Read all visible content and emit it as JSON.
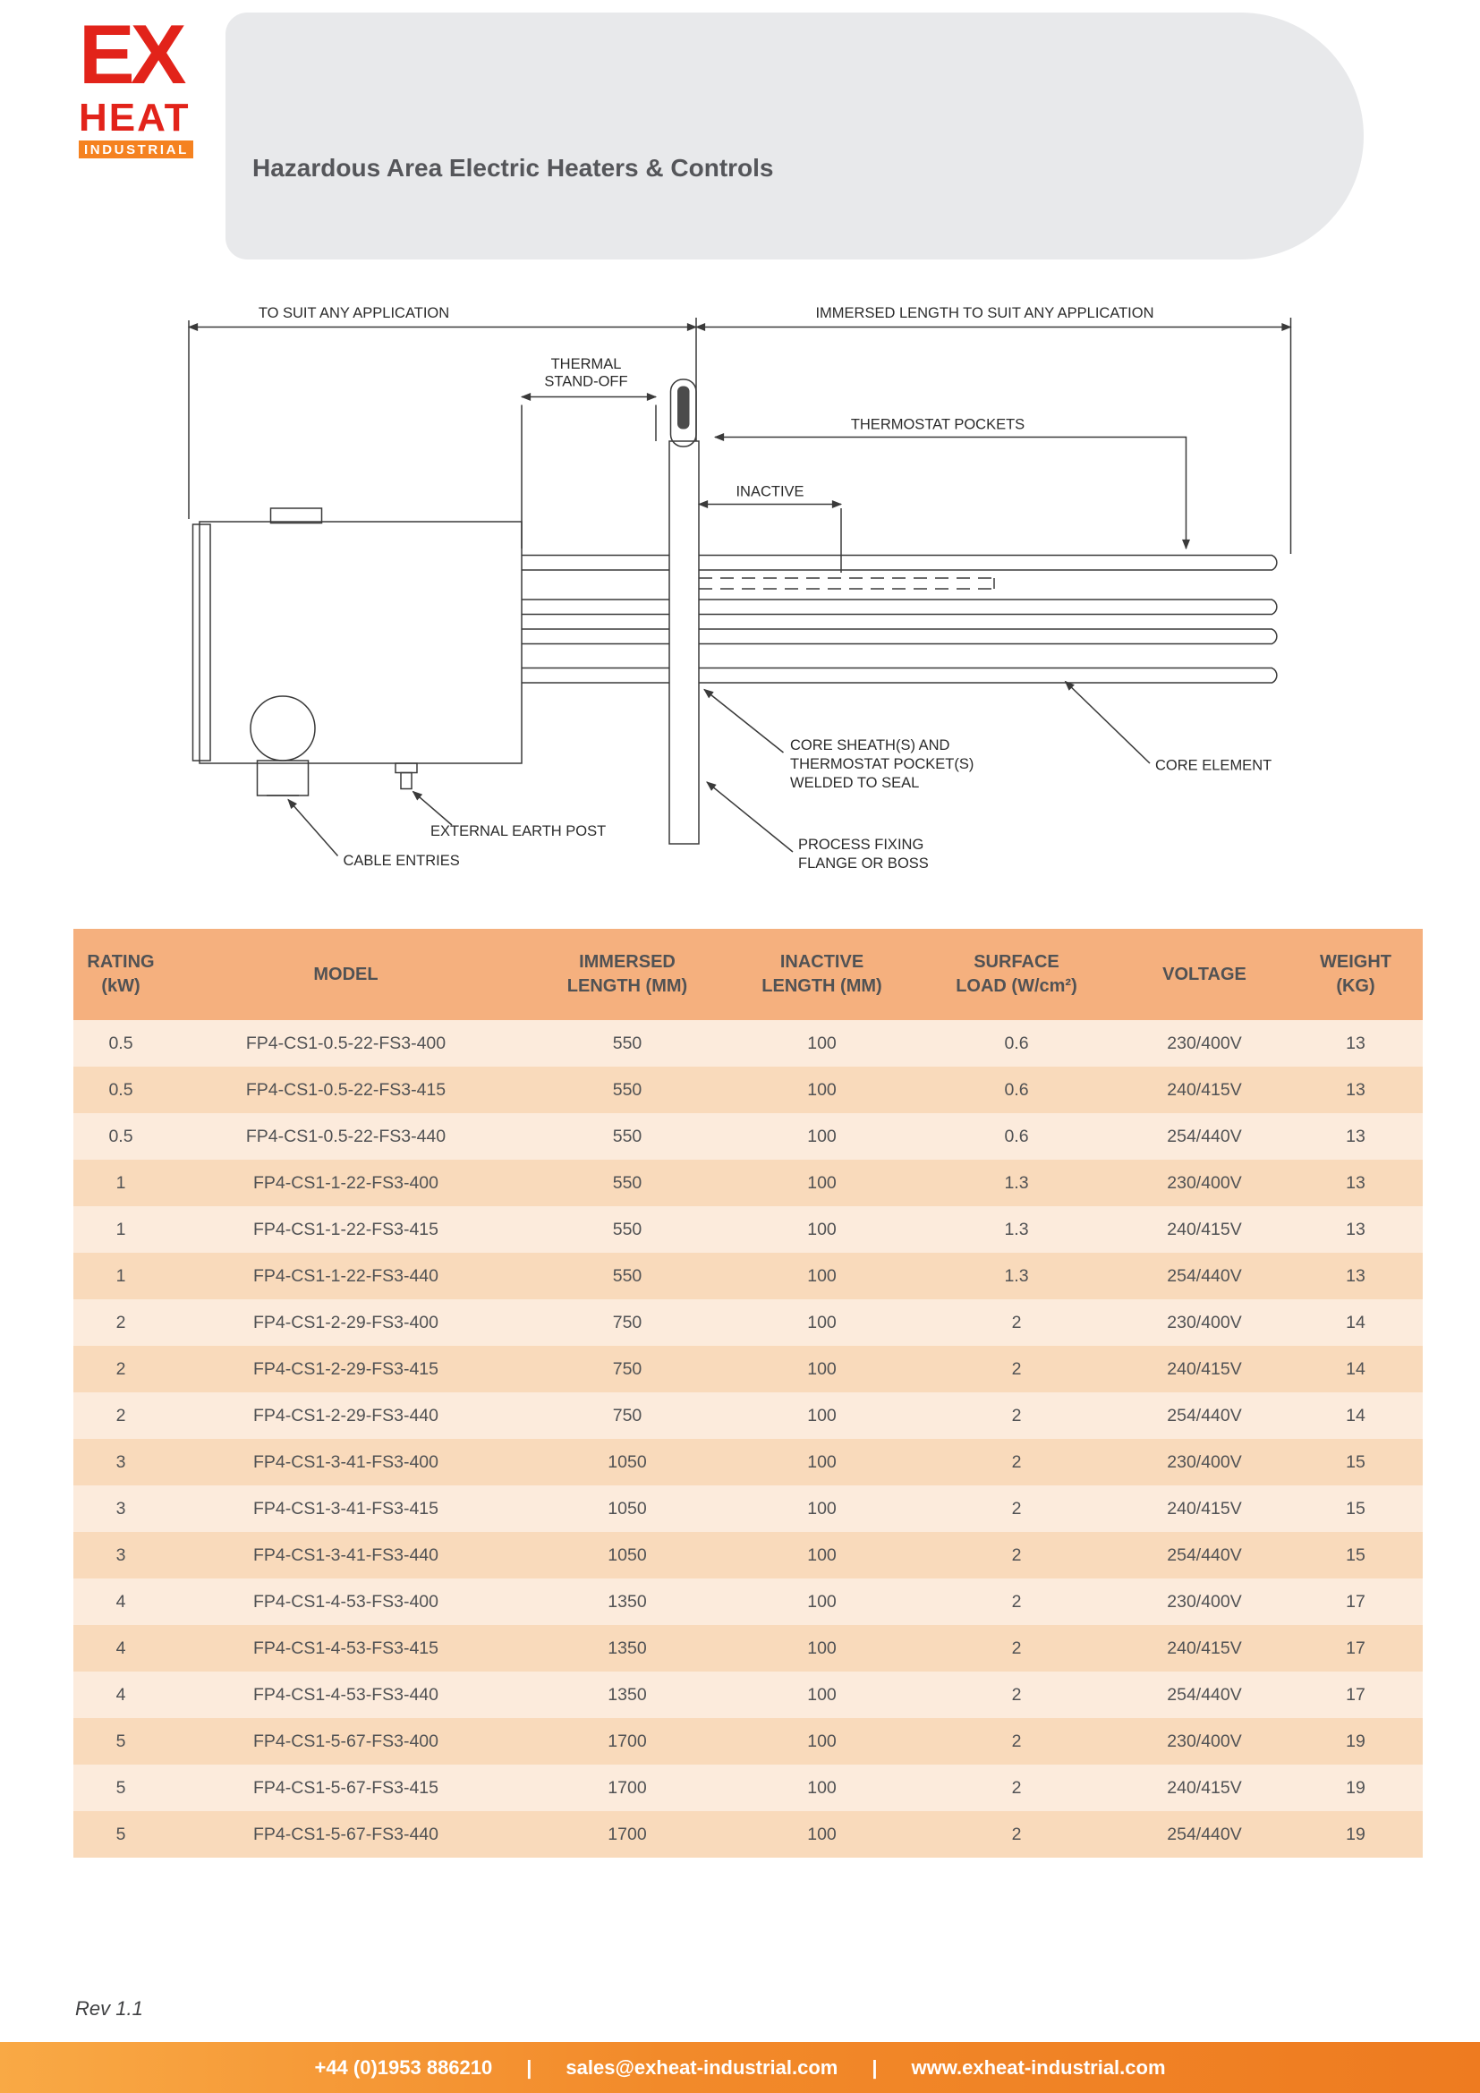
{
  "header": {
    "logo": {
      "ex": "EX",
      "heat": "HEAT",
      "industrial": "INDUSTRIAL"
    },
    "title": "Hazardous Area Electric Heaters & Controls"
  },
  "colors": {
    "brand_red": "#e2231a",
    "brand_orange": "#f58220",
    "table_header_bg": "#f5b07e",
    "row_light": "#fcebdc",
    "row_dark": "#f9dabb",
    "header_band_gray": "#e8e9eb",
    "footer_gradient_left": "#f9a945",
    "footer_gradient_right": "#ee7b20"
  },
  "diagram": {
    "labels": {
      "dim_left": "TO SUIT ANY APPLICATION",
      "dim_right": "IMMERSED LENGTH TO SUIT ANY APPLICATION",
      "thermal_standoff_1": "THERMAL",
      "thermal_standoff_2": "STAND-OFF",
      "thermostat_pockets": "THERMOSTAT POCKETS",
      "inactive": "INACTIVE",
      "core_sheath_1": "CORE SHEATH(S) AND",
      "core_sheath_2": "THERMOSTAT POCKET(S)",
      "core_sheath_3": "WELDED TO SEAL",
      "core_element": "CORE ELEMENT",
      "process_fixing_1": "PROCESS FIXING",
      "process_fixing_2": "FLANGE OR BOSS",
      "external_earth_post": "EXTERNAL EARTH POST",
      "cable_entries": "CABLE ENTRIES"
    }
  },
  "table": {
    "headers": [
      {
        "line1": "RATING",
        "line2": "(kW)"
      },
      {
        "line1": "MODEL",
        "line2": ""
      },
      {
        "line1": "IMMERSED",
        "line2": "LENGTH (MM)"
      },
      {
        "line1": "INACTIVE",
        "line2": "LENGTH (MM)"
      },
      {
        "line1": "SURFACE",
        "line2": "LOAD (W/cm²)"
      },
      {
        "line1": "VOLTAGE",
        "line2": ""
      },
      {
        "line1": "WEIGHT",
        "line2": "(KG)"
      }
    ],
    "rows": [
      [
        "0.5",
        "FP4-CS1-0.5-22-FS3-400",
        "550",
        "100",
        "0.6",
        "230/400V",
        "13"
      ],
      [
        "0.5",
        "FP4-CS1-0.5-22-FS3-415",
        "550",
        "100",
        "0.6",
        "240/415V",
        "13"
      ],
      [
        "0.5",
        "FP4-CS1-0.5-22-FS3-440",
        "550",
        "100",
        "0.6",
        "254/440V",
        "13"
      ],
      [
        "1",
        "FP4-CS1-1-22-FS3-400",
        "550",
        "100",
        "1.3",
        "230/400V",
        "13"
      ],
      [
        "1",
        "FP4-CS1-1-22-FS3-415",
        "550",
        "100",
        "1.3",
        "240/415V",
        "13"
      ],
      [
        "1",
        "FP4-CS1-1-22-FS3-440",
        "550",
        "100",
        "1.3",
        "254/440V",
        "13"
      ],
      [
        "2",
        "FP4-CS1-2-29-FS3-400",
        "750",
        "100",
        "2",
        "230/400V",
        "14"
      ],
      [
        "2",
        "FP4-CS1-2-29-FS3-415",
        "750",
        "100",
        "2",
        "240/415V",
        "14"
      ],
      [
        "2",
        "FP4-CS1-2-29-FS3-440",
        "750",
        "100",
        "2",
        "254/440V",
        "14"
      ],
      [
        "3",
        "FP4-CS1-3-41-FS3-400",
        "1050",
        "100",
        "2",
        "230/400V",
        "15"
      ],
      [
        "3",
        "FP4-CS1-3-41-FS3-415",
        "1050",
        "100",
        "2",
        "240/415V",
        "15"
      ],
      [
        "3",
        "FP4-CS1-3-41-FS3-440",
        "1050",
        "100",
        "2",
        "254/440V",
        "15"
      ],
      [
        "4",
        "FP4-CS1-4-53-FS3-400",
        "1350",
        "100",
        "2",
        "230/400V",
        "17"
      ],
      [
        "4",
        "FP4-CS1-4-53-FS3-415",
        "1350",
        "100",
        "2",
        "240/415V",
        "17"
      ],
      [
        "4",
        "FP4-CS1-4-53-FS3-440",
        "1350",
        "100",
        "2",
        "254/440V",
        "17"
      ],
      [
        "5",
        "FP4-CS1-5-67-FS3-400",
        "1700",
        "100",
        "2",
        "230/400V",
        "19"
      ],
      [
        "5",
        "FP4-CS1-5-67-FS3-415",
        "1700",
        "100",
        "2",
        "240/415V",
        "19"
      ],
      [
        "5",
        "FP4-CS1-5-67-FS3-440",
        "1700",
        "100",
        "2",
        "254/440V",
        "19"
      ]
    ]
  },
  "footer": {
    "rev": "Rev 1.1",
    "phone": "+44 (0)1953 886210",
    "separator": "|",
    "email": "sales@exheat-industrial.com",
    "website": "www.exheat-industrial.com"
  }
}
